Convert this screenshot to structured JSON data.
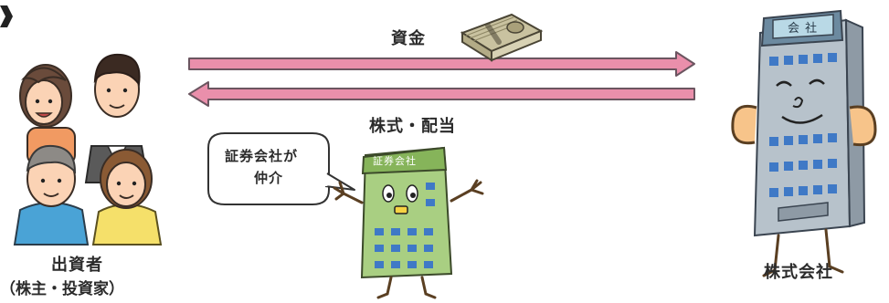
{
  "flow_money_label": "資金",
  "flow_stock_label": "株式・配当",
  "investors": {
    "label_line1": "出資者",
    "label_line2": "（株主・投資家）"
  },
  "broker": {
    "speech_line1": "証券会社が",
    "speech_line2": "仲介",
    "sign": "証券会社"
  },
  "company": {
    "sign": "会 社",
    "label": "株式会社"
  },
  "colors": {
    "arrow_fill": "#ea8fab",
    "arrow_stroke": "#6b5560",
    "broker_building": "#a9cf82",
    "company_building": "#b7c2cb",
    "window_blue": "#3f79c6"
  }
}
